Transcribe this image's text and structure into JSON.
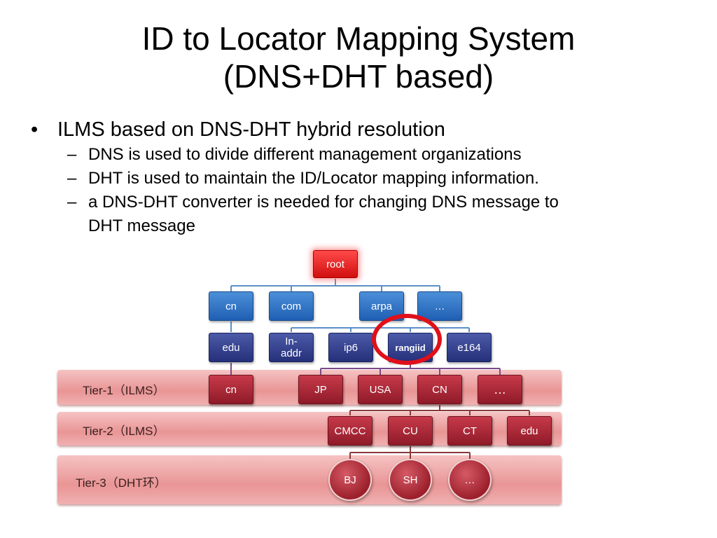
{
  "title": {
    "line1": "ID to Locator Mapping System",
    "line2": "(DNS+DHT based)"
  },
  "bullets": {
    "main": "ILMS based on DNS-DHT hybrid resolution",
    "sub": [
      "DNS is used to divide different management organizations",
      "DHT is used to maintain the ID/Locator mapping information.",
      "a DNS-DHT converter is needed for changing DNS message to",
      "DHT message"
    ]
  },
  "diagram": {
    "tiers": {
      "tier1": "Tier-1（ILMS）",
      "tier2": "Tier-2（ILMS）",
      "tier3": "Tier-3（DHT环）"
    },
    "nodes": {
      "root": "root",
      "cn_top": "cn",
      "com": "com",
      "arpa": "arpa",
      "more_top": "…",
      "edu_top": "edu",
      "in_addr_1": "In-",
      "in_addr_2": "addr",
      "ip6": "ip6",
      "rangiid": "rangiid",
      "e164": "e164",
      "cn_tier1": "cn",
      "jp": "JP",
      "usa": "USA",
      "cn_caps": "CN",
      "more_tier1": "…",
      "cmcc": "CMCC",
      "cu": "CU",
      "ct": "CT",
      "edu_tier2": "edu",
      "bj": "BJ",
      "sh": "SH",
      "more_tier3": "…"
    },
    "colors": {
      "highlight": "#e0101a",
      "root": "#e41a1a",
      "blue_node": "#2f72c4",
      "navy_node": "#2e3a8c",
      "red_node": "#a3202f",
      "tier_band": "#eea2a2"
    }
  }
}
